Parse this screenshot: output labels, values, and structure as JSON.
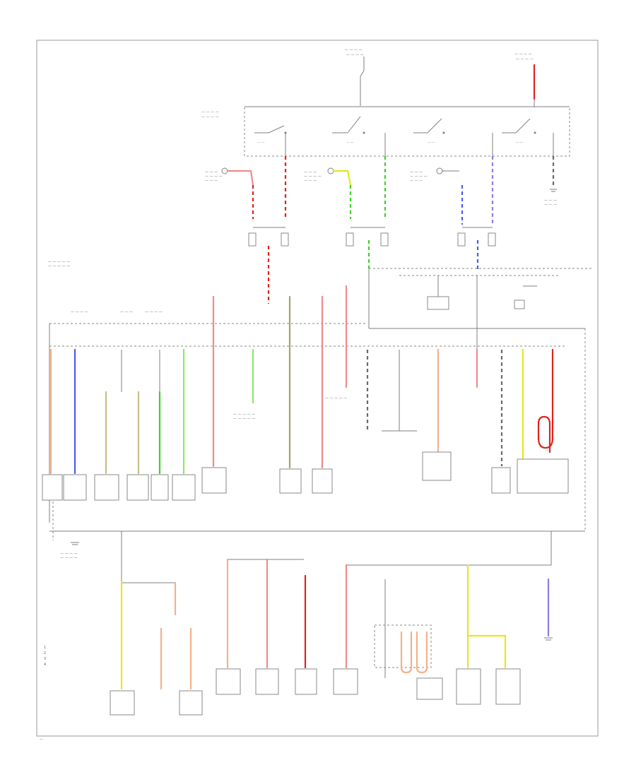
{
  "diagram": {
    "footer_tag": "—",
    "colors": {
      "line": "#7f7f7f",
      "red": "#e0231c",
      "pink": "#f08a8a",
      "yellow": "#e9e61e",
      "green": "#3fcf2a",
      "light_green": "#8ae86a",
      "blue": "#4a5cf0",
      "violet": "#8a7ee8",
      "orange": "#f4b089",
      "tan": "#c8bf8a",
      "olive": "#a6a36a"
    },
    "icons": [
      "ground-icon",
      "fuse-icon",
      "switch-icon",
      "splice-icon"
    ],
    "legend": {
      "items": [
        "1",
        "2",
        "3",
        "4"
      ]
    }
  }
}
